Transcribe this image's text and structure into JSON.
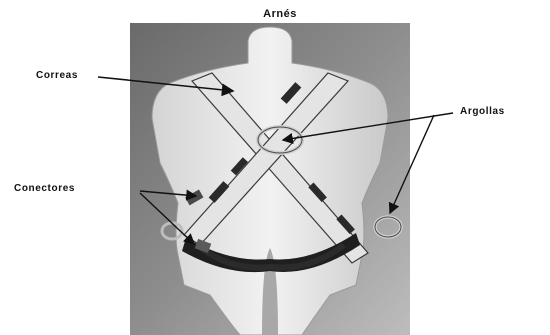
{
  "title": "Arnés",
  "labels": {
    "correas": "Correas",
    "argollas": "Argollas",
    "conectores": "Conectores"
  },
  "photo": {
    "subject": "safety harness on mannequin torso"
  }
}
